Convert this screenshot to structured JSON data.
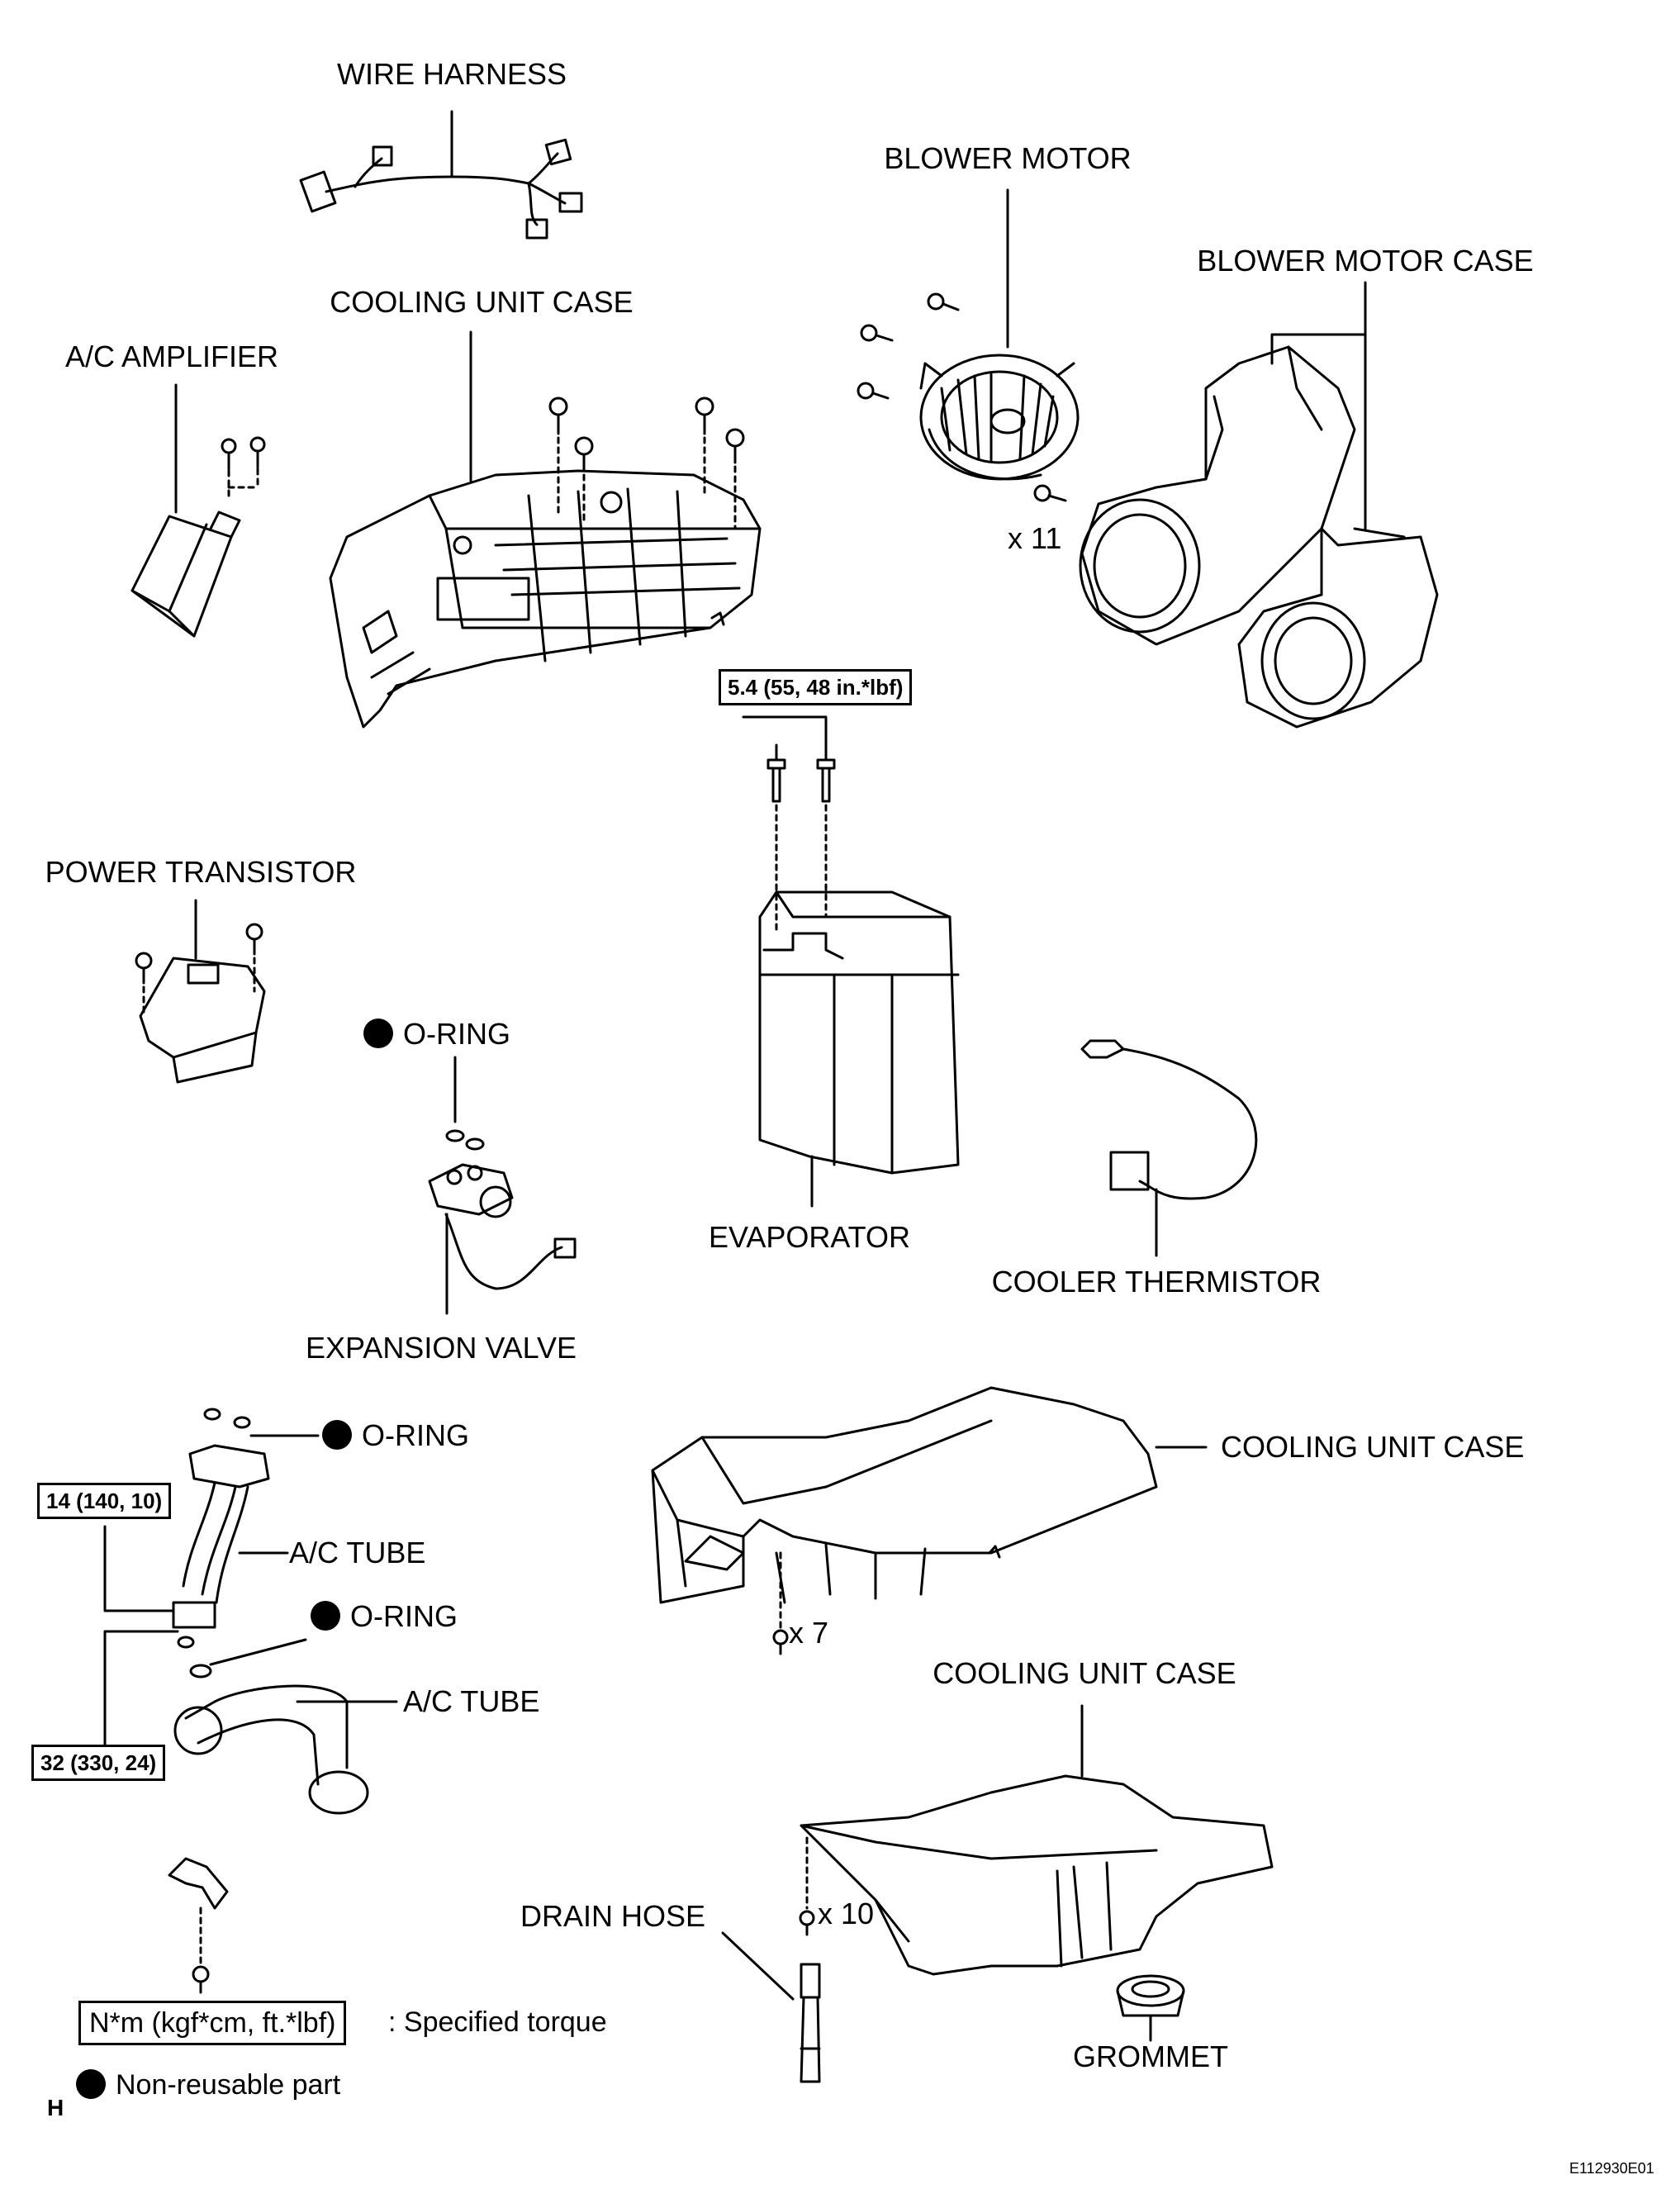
{
  "labels": {
    "wire_harness": "WIRE HARNESS",
    "blower_motor": "BLOWER MOTOR",
    "blower_motor_case": "BLOWER MOTOR CASE",
    "cooling_unit_case_top": "COOLING UNIT CASE",
    "ac_amplifier": "A/C AMPLIFIER",
    "power_transistor": "POWER TRANSISTOR",
    "o_ring_1": "O-RING",
    "evaporator": "EVAPORATOR",
    "cooler_thermistor": "COOLER THERMISTOR",
    "expansion_valve": "EXPANSION VALVE",
    "o_ring_2": "O-RING",
    "ac_tube_1": "A/C TUBE",
    "o_ring_3": "O-RING",
    "ac_tube_2": "A/C TUBE",
    "cooling_unit_case_mid": "COOLING UNIT CASE",
    "cooling_unit_case_bottom": "COOLING UNIT CASE",
    "drain_hose": "DRAIN HOSE",
    "grommet": "GROMMET"
  },
  "quantities": {
    "blower_screws": "x 11",
    "mid_case_screws": "x 7",
    "bottom_case_screws": "x 10"
  },
  "torques": {
    "evaporator_bolts": "5.4 (55, 48 in.*lbf)",
    "ac_tube_1": "14 (140, 10)",
    "ac_tube_2": "32 (330, 24)"
  },
  "legend": {
    "torque_format": "N*m (kgf*cm, ft.*lbf)",
    "torque_desc": ": Specified torque",
    "non_reusable": "Non-reusable part"
  },
  "corner_letter": "H",
  "figure_code": "E112930E01"
}
